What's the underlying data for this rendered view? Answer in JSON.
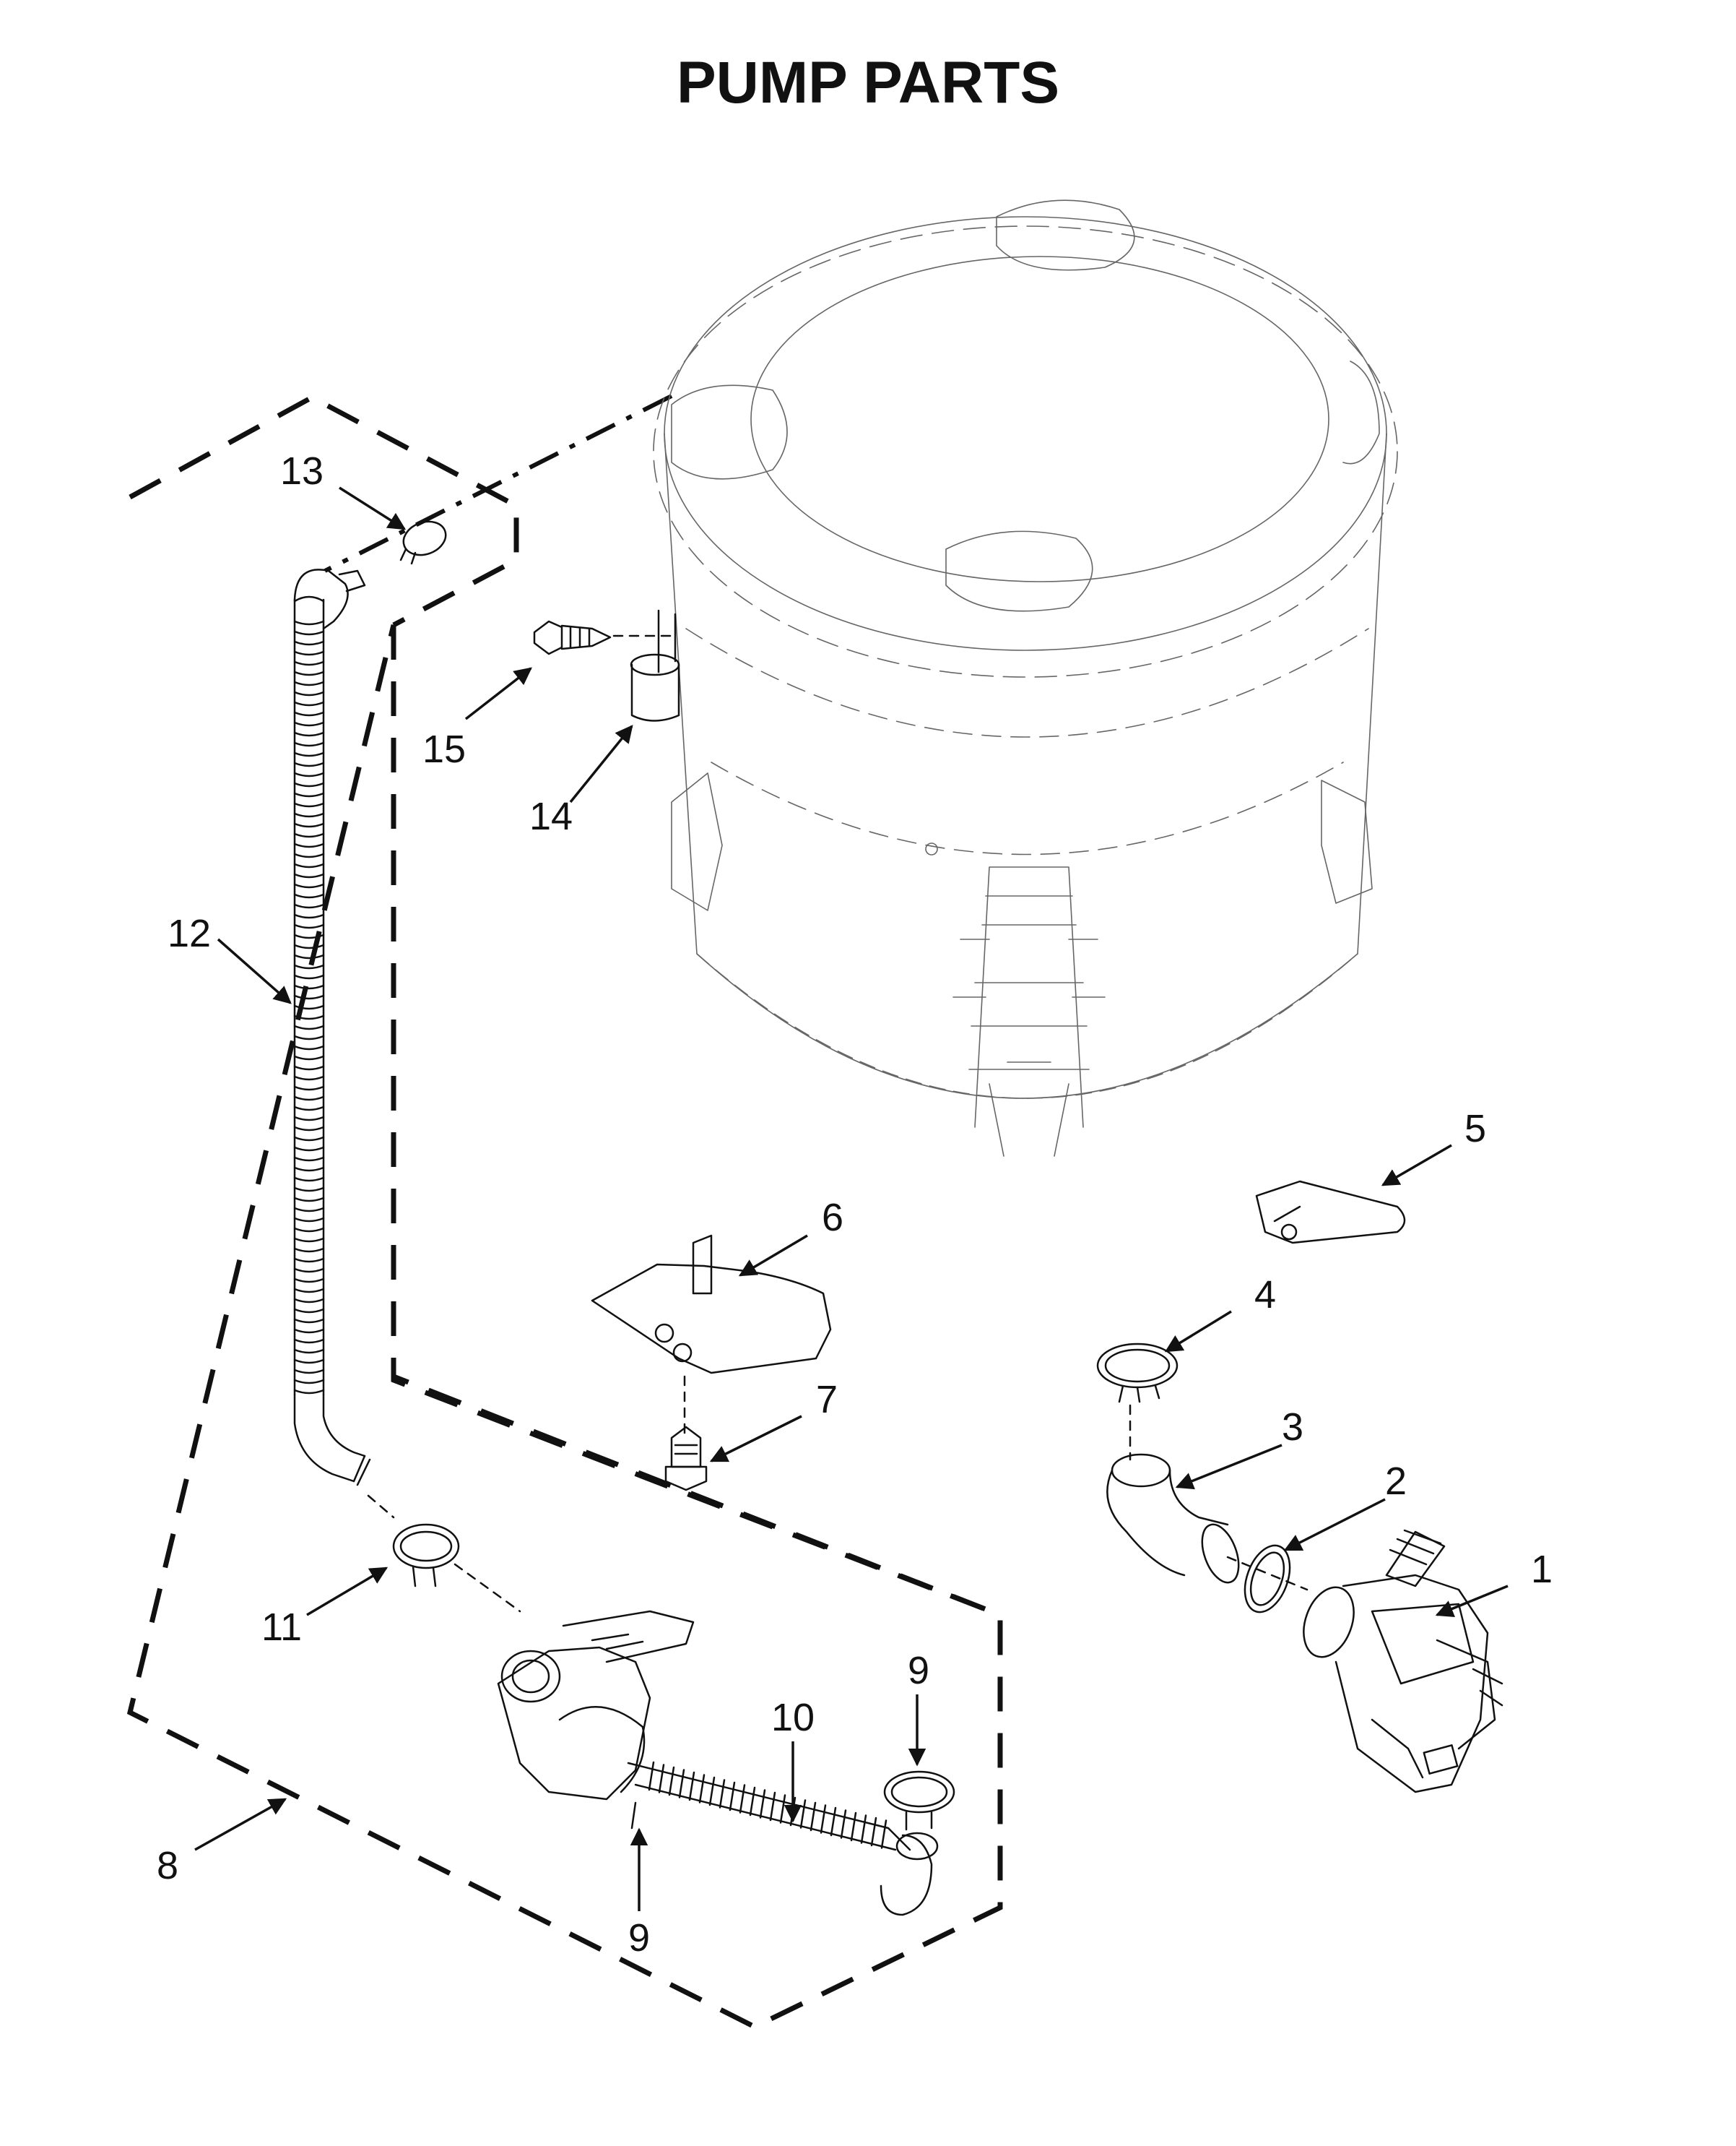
{
  "title": "PUMP PARTS",
  "callouts": [
    {
      "id": "c1",
      "label": "1"
    },
    {
      "id": "c2",
      "label": "2"
    },
    {
      "id": "c3",
      "label": "3"
    },
    {
      "id": "c4",
      "label": "4"
    },
    {
      "id": "c5",
      "label": "5"
    },
    {
      "id": "c6",
      "label": "6"
    },
    {
      "id": "c7",
      "label": "7"
    },
    {
      "id": "c8",
      "label": "8"
    },
    {
      "id": "c9a",
      "label": "9"
    },
    {
      "id": "c9b",
      "label": "9"
    },
    {
      "id": "c10",
      "label": "10"
    },
    {
      "id": "c11",
      "label": "11"
    },
    {
      "id": "c12",
      "label": "12"
    },
    {
      "id": "c13",
      "label": "13"
    },
    {
      "id": "c14",
      "label": "14"
    },
    {
      "id": "c15",
      "label": "15"
    }
  ]
}
